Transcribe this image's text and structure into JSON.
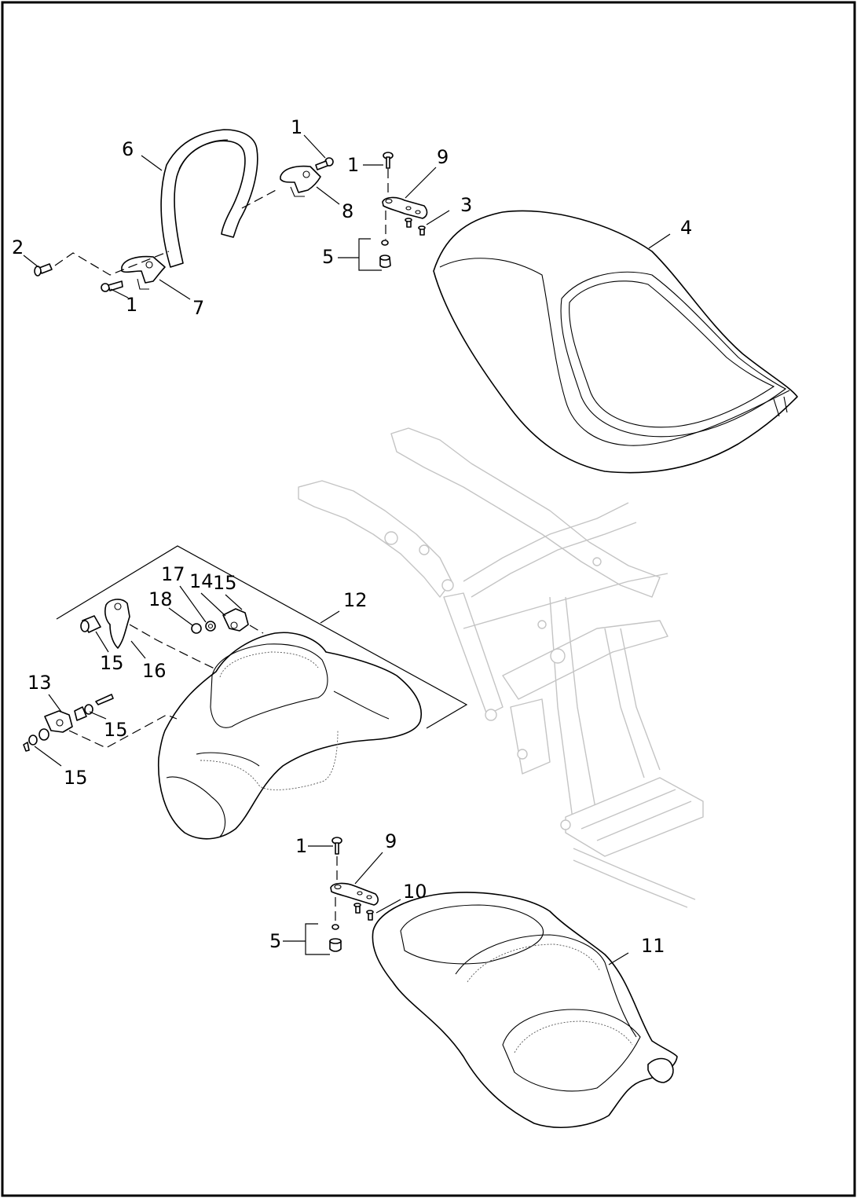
{
  "callouts": [
    {
      "id": "c1a",
      "text": "1"
    },
    {
      "id": "c1b",
      "text": "1"
    },
    {
      "id": "c1c",
      "text": "1"
    },
    {
      "id": "c1d",
      "text": "1"
    },
    {
      "id": "c2",
      "text": "2"
    },
    {
      "id": "c3",
      "text": "3"
    },
    {
      "id": "c4",
      "text": "4"
    },
    {
      "id": "c5a",
      "text": "5"
    },
    {
      "id": "c5b",
      "text": "5"
    },
    {
      "id": "c6",
      "text": "6"
    },
    {
      "id": "c7",
      "text": "7"
    },
    {
      "id": "c8",
      "text": "8"
    },
    {
      "id": "c9a",
      "text": "9"
    },
    {
      "id": "c9b",
      "text": "9"
    },
    {
      "id": "c10",
      "text": "10"
    },
    {
      "id": "c11",
      "text": "11"
    },
    {
      "id": "c12",
      "text": "12"
    },
    {
      "id": "c13",
      "text": "13"
    },
    {
      "id": "c14",
      "text": "14"
    },
    {
      "id": "c15a",
      "text": "15"
    },
    {
      "id": "c15b",
      "text": "15"
    },
    {
      "id": "c15c",
      "text": "15"
    },
    {
      "id": "c15d",
      "text": "15"
    },
    {
      "id": "c16",
      "text": "16"
    },
    {
      "id": "c17",
      "text": "17"
    },
    {
      "id": "c18",
      "text": "18"
    }
  ]
}
